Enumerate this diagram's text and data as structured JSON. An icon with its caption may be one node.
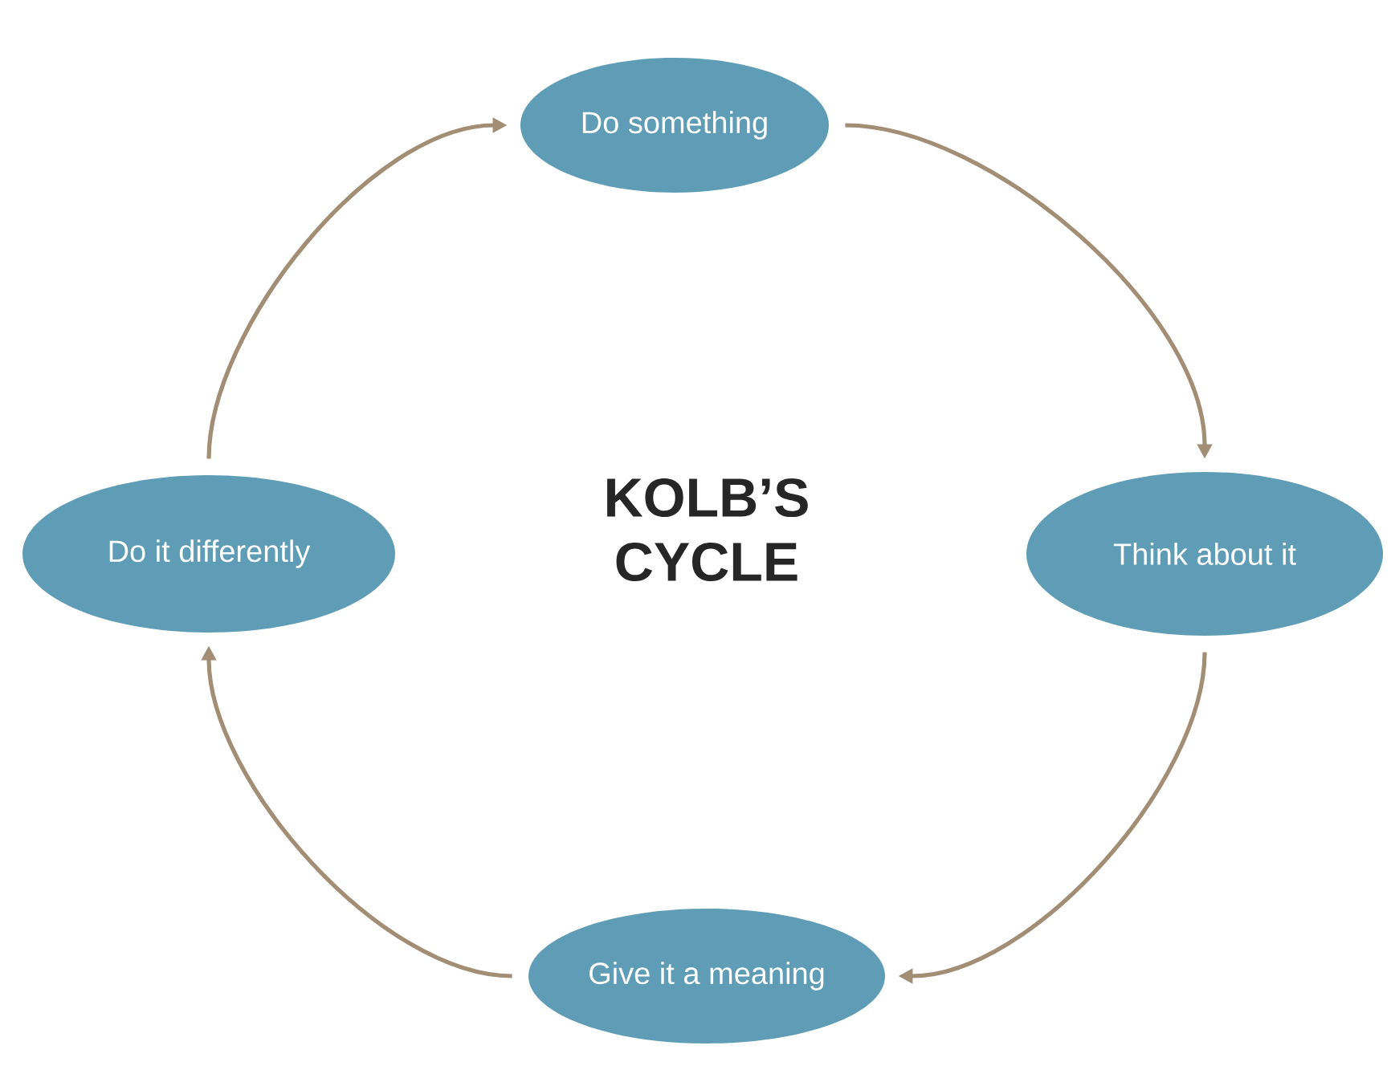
{
  "diagram": {
    "title": "KOLB’S CYCLE",
    "nodes": [
      {
        "text": [
          "Do something"
        ]
      },
      {
        "text": [
          "Think about it"
        ]
      },
      {
        "text": [
          "Give it a meaning"
        ]
      },
      {
        "text": [
          "Do it differently"
        ]
      }
    ],
    "edges": [
      {
        "from": 0,
        "to": 1,
        "arrow": "to"
      },
      {
        "from": 1,
        "to": 2,
        "arrow": "to"
      },
      {
        "from": 2,
        "to": 3,
        "arrow": "to"
      },
      {
        "from": 3,
        "to": 0,
        "arrow": "to"
      }
    ]
  }
}
